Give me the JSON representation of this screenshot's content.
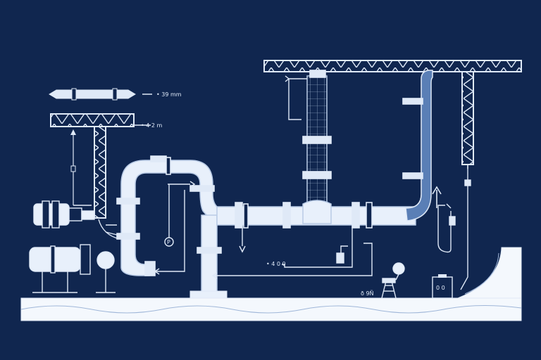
{
  "palette": {
    "background": "#10264f",
    "line": "#dfe9f7",
    "pipe_fill": "#e8f0fb",
    "pipe_shade": "#b9cbe6",
    "ground": "#f4f8fd"
  },
  "labels": {
    "top_dim": "• 39 mm",
    "mid_dim": "• 4 2 m",
    "gauge_mark": "P",
    "flow_mark": "• 4 0 0",
    "ground_mark": "ð 9Ñ",
    "panel_mark": "0 0"
  },
  "icons": [
    "truss-girder",
    "vertical-truss",
    "pipe-elbow",
    "valve-flange",
    "pump-motor",
    "pressure-gauge",
    "pipe-support",
    "arrow-up-icon",
    "control-panel",
    "ladder"
  ]
}
